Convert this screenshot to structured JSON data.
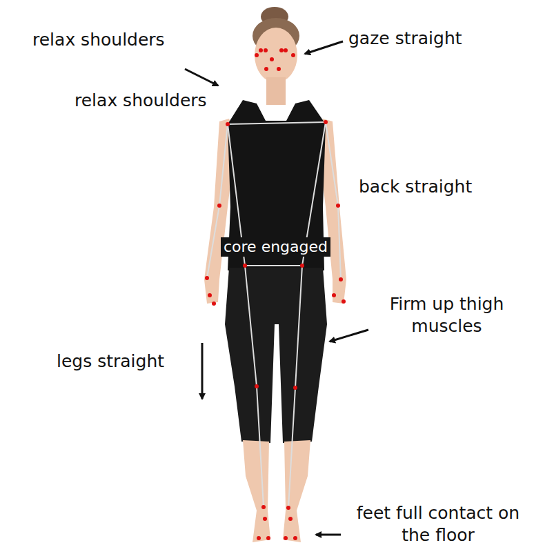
{
  "diagram": {
    "labels": [
      "relax shoulders",
      "gaze straight",
      "relax shoulders",
      "back straight",
      "core engaged",
      "Firm up thigh muscles",
      "legs straight",
      "feet full contact on the floor"
    ]
  }
}
